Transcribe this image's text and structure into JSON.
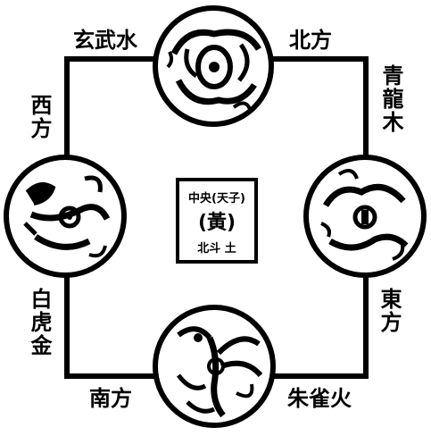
{
  "labels": {
    "xuanwu_water": "玄武水",
    "north": "北方",
    "qinglong_wood": "青龍木",
    "west": "西方",
    "baihu_metal": "白虎金",
    "east": "東方",
    "south": "南方",
    "zhuque_fire": "朱雀火"
  },
  "center": {
    "line1": "中央(天子)",
    "line2": "(黃)",
    "line3": "北斗 土"
  },
  "colors": {
    "ink": "#000000",
    "background": "#ffffff"
  }
}
